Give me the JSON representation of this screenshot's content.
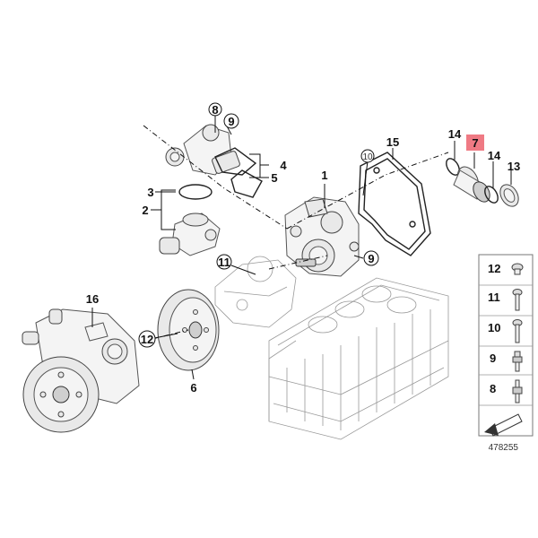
{
  "callouts": {
    "c1": "1",
    "c2": "2",
    "c3": "3",
    "c4": "4",
    "c5": "5",
    "c6": "6",
    "c7": "7",
    "c8": "8",
    "c9a": "9",
    "c9b": "9",
    "c11": "11",
    "c12": "12",
    "c13": "13",
    "c14a": "14",
    "c14b": "14",
    "c15": "15",
    "c16": "16"
  },
  "sidebar": {
    "items": [
      {
        "label": "12"
      },
      {
        "label": "11"
      },
      {
        "label": "10"
      },
      {
        "label": "9"
      },
      {
        "label": "8"
      }
    ]
  },
  "reference_number": "478255",
  "colors": {
    "highlight": "#ef7a84",
    "line": "#111111",
    "part_fill": "#f4f4f4"
  }
}
